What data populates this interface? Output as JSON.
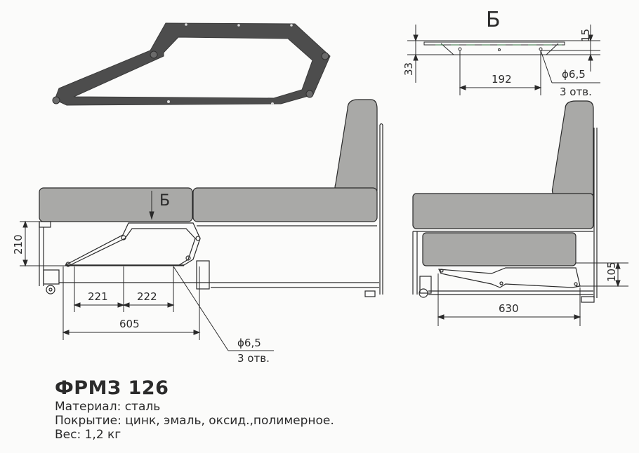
{
  "product": {
    "title": "ФРМЗ 126",
    "specs": [
      "Материал: сталь",
      "Покрытие: цинк, эмаль, оксид.,полимерное.",
      "Вес: 1,2 кг"
    ]
  },
  "section_view": {
    "label": "Б",
    "dim_height_total": "33",
    "dim_height_top": "15",
    "dim_hole_spacing": "192",
    "hole_diameter": "ϕ6,5",
    "hole_count": "3 отв."
  },
  "side_view_unfolded": {
    "section_marker": "Б",
    "dim_height": "210",
    "dim_spacing_1": "221",
    "dim_spacing_2": "222",
    "dim_total_length": "605",
    "hole_diameter": "ϕ6,5",
    "hole_count": "3 отв."
  },
  "side_view_folded": {
    "dim_height": "105",
    "dim_length": "630"
  },
  "colors": {
    "line": "#2a2a2a",
    "cushion_fill": "#a9a9a7",
    "mechanism_photo": "#4a4a4a",
    "paper": "#fbfbfa"
  }
}
